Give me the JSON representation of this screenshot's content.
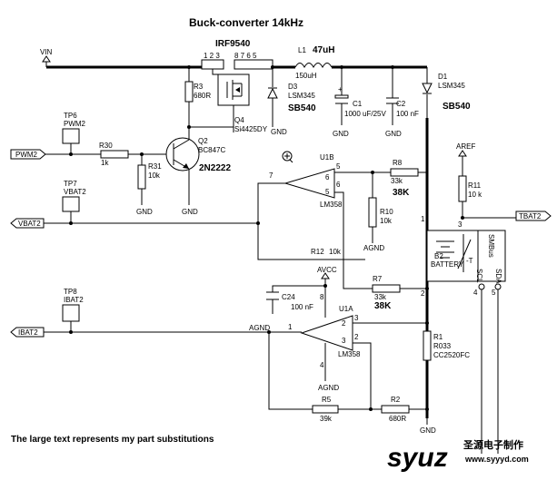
{
  "title": "Buck-converter 14kHz",
  "footnote": "The large text represents my part substitutions",
  "nets": {
    "vin": "VIN",
    "pwm2": "PWM2",
    "vbat2": "VBAT2",
    "ibat2": "IBAT2",
    "tbat2": "TBAT2",
    "aref": "AREF",
    "avcc": "AVCC",
    "agnd": "AGND",
    "gnd": "GND"
  },
  "testpoints": {
    "tp6": {
      "ref": "TP6",
      "net": "PWM2"
    },
    "tp7": {
      "ref": "TP7",
      "net": "VBAT2"
    },
    "tp8": {
      "ref": "TP8",
      "net": "IBAT2"
    }
  },
  "parts": {
    "q4": {
      "ref": "Q4",
      "value": "Si4425DY",
      "sub": "IRF9540",
      "pins": "1 2 3",
      "pins2": "8 7 6 5"
    },
    "r3": {
      "ref": "R3",
      "value": "680R"
    },
    "l1": {
      "ref": "L1",
      "value": "150uH",
      "sub": "47uH"
    },
    "d3": {
      "ref": "D3",
      "value": "LSM345",
      "sub": "SB540"
    },
    "c1": {
      "ref": "C1",
      "value": "1000 uF/25V",
      "plus": "+"
    },
    "c2": {
      "ref": "C2",
      "value": "100 nF"
    },
    "d1": {
      "ref": "D1",
      "value": "LSM345",
      "sub": "SB540"
    },
    "q2": {
      "ref": "Q2",
      "value": "BC847C",
      "sub": "2N2222"
    },
    "r30": {
      "ref": "R30",
      "value": "1k"
    },
    "r31": {
      "ref": "R31",
      "value": "10k"
    },
    "u1b": {
      "ref": "U1B",
      "value": "LM358",
      "pin_out": "7",
      "pin_p": "5",
      "pin_n": "6"
    },
    "r8": {
      "ref": "R8",
      "value": "33k",
      "sub": "38K"
    },
    "r10": {
      "ref": "R10",
      "value": "10k"
    },
    "r11": {
      "ref": "R11",
      "value": "10 k"
    },
    "r12": {
      "ref": "R12",
      "value": "10k"
    },
    "r7": {
      "ref": "R7",
      "value": "33k",
      "sub": "38K"
    },
    "b2": {
      "ref": "B2",
      "value": "BATTERY",
      "t": "-T",
      "pin1": "1",
      "pin2": "2",
      "pin3": "3"
    },
    "smbus": {
      "ref": "SMBus",
      "scl": "SCL",
      "sda": "SDA",
      "pin4": "4",
      "pin5": "5"
    },
    "c24": {
      "ref": "C24",
      "value": "100 nF"
    },
    "u1a": {
      "ref": "U1A",
      "value": "LM358",
      "pin_out": "1",
      "pin_p": "3",
      "pin_n": "2",
      "pin_v": "8",
      "pin_g": "4"
    },
    "r1": {
      "ref": "R1",
      "value": "R033",
      "pkg": "CC2520FC"
    },
    "r5": {
      "ref": "R5",
      "value": "39k"
    },
    "r2": {
      "ref": "R2",
      "value": "680R"
    }
  },
  "watermark": {
    "logo": "syuz",
    "cn": "圣源电子制作",
    "url": "www.syyyd.com"
  }
}
